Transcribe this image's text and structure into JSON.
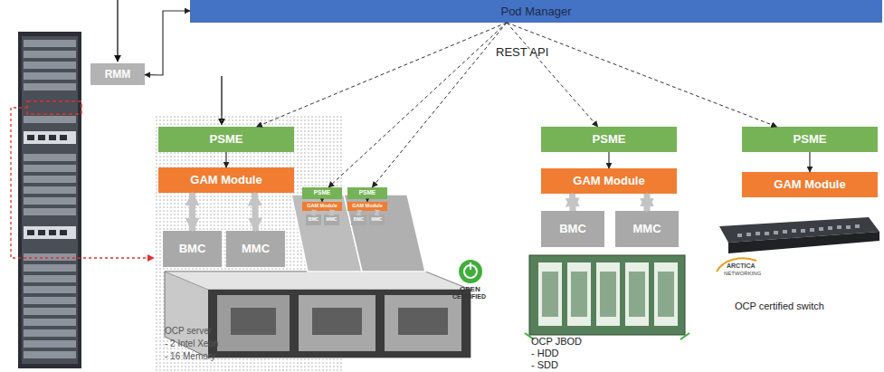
{
  "diagram": {
    "nodes": [
      {
        "text": [
          "Pod Manager"
        ]
      },
      {
        "text": [
          "RMM"
        ]
      },
      {
        "text": [
          "PSME"
        ]
      },
      {
        "text": [
          "GAM Module"
        ]
      },
      {
        "text": [
          "BMC"
        ]
      },
      {
        "text": [
          "MMC"
        ]
      },
      {
        "text": [
          "PSME"
        ]
      },
      {
        "text": [
          "GAM Module"
        ]
      },
      {
        "text": [
          "BMC"
        ]
      },
      {
        "text": [
          "MMC"
        ]
      },
      {
        "text": [
          "PSME"
        ]
      },
      {
        "text": [
          "GAM Module"
        ]
      },
      {
        "text": [
          "BMC"
        ]
      },
      {
        "text": [
          "MMC"
        ]
      },
      {
        "text": [
          "PSME"
        ]
      },
      {
        "text": [
          "GAM Module"
        ]
      },
      {
        "text": [
          "BMC"
        ]
      },
      {
        "text": [
          "MMC"
        ]
      },
      {
        "text": [
          "PSME"
        ]
      },
      {
        "text": [
          "GAM Module"
        ]
      }
    ],
    "edges": [
      {
        "from": 0,
        "to": 1,
        "arrow": "both"
      },
      {
        "from": 0,
        "to": 2,
        "arrow": "to"
      },
      {
        "from": 0,
        "to": 6,
        "arrow": "to"
      },
      {
        "from": 0,
        "to": 10,
        "arrow": "to"
      },
      {
        "from": 0,
        "to": 14,
        "arrow": "to"
      },
      {
        "from": 0,
        "to": 18,
        "arrow": "to"
      },
      {
        "from": 2,
        "to": 3,
        "arrow": "to"
      },
      {
        "from": 3,
        "to": 4,
        "arrow": "both"
      },
      {
        "from": 3,
        "to": 5,
        "arrow": "both"
      },
      {
        "from": 6,
        "to": 7,
        "arrow": "to"
      },
      {
        "from": 7,
        "to": 8,
        "arrow": "both"
      },
      {
        "from": 7,
        "to": 9,
        "arrow": "both"
      },
      {
        "from": 10,
        "to": 11,
        "arrow": "to"
      },
      {
        "from": 11,
        "to": 12,
        "arrow": "both"
      },
      {
        "from": 11,
        "to": 13,
        "arrow": "both"
      },
      {
        "from": 14,
        "to": 15,
        "arrow": "to"
      },
      {
        "from": 15,
        "to": 16,
        "arrow": "both"
      },
      {
        "from": 15,
        "to": 17,
        "arrow": "both"
      },
      {
        "from": 18,
        "to": 19,
        "arrow": "to"
      }
    ],
    "labels": [
      "REST API",
      "OPEN",
      "CERTIFIED",
      "ARCTICA",
      "NETWORKING",
      "OCP certified switch",
      "OCP JBOD",
      "- HDD",
      "- SDD",
      "OCP server",
      "- 2 Intel Xeon",
      "- 16 Memory"
    ]
  }
}
